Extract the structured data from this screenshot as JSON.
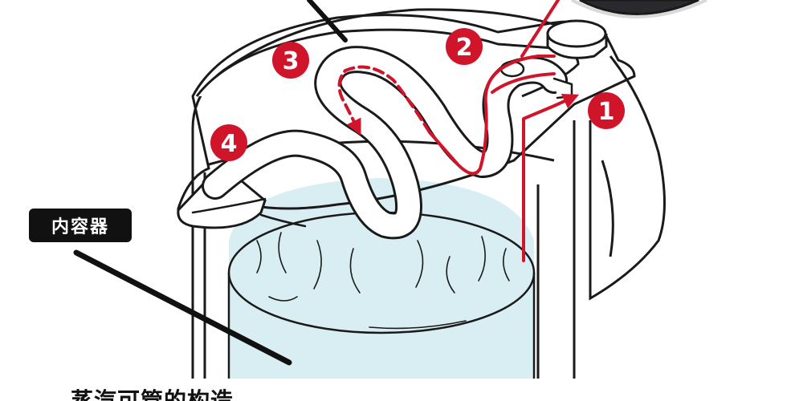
{
  "labels": {
    "inner_container": "内容器",
    "bottom_caption": "蒸汽可管的构造"
  },
  "steps": [
    "1",
    "2",
    "3",
    "4"
  ],
  "colors": {
    "step_red": "#d0152b",
    "water": "#d9eef2",
    "line": "#1a1a1a",
    "label_bg": "#111111"
  }
}
